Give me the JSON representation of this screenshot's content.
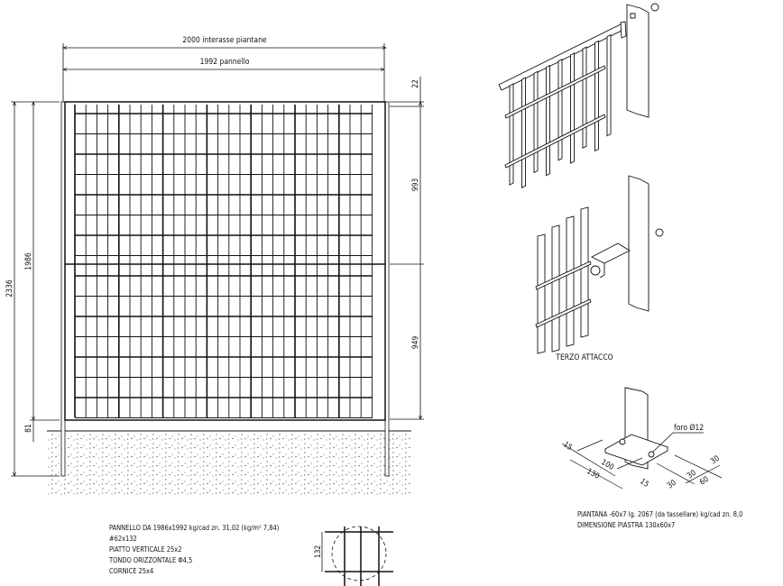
{
  "dimensions": {
    "interasse": "2000 interasse piantane",
    "pannello": "1992 pannello",
    "total_height": "2336",
    "panel_height": "1986",
    "base_gap": "81",
    "top_gap": "22",
    "upper_section": "993",
    "lower_section": "949",
    "mesh_detail": "132"
  },
  "panel_notes": [
    "PANNELLO DA 1986x1992 kg/cad zn. 31,02 (kg/m² 7,84)",
    "#62x132",
    "PIATTO VERTICALE 25x2",
    "TONDO ORIZZONTALE Φ4,5",
    "CORNICE 25x4"
  ],
  "detail_labels": {
    "terzo_attacco": "TERZO ATTACCO",
    "foro": "foro Ø12",
    "plate_dims": [
      "15",
      "100",
      "130",
      "15",
      "30",
      "30",
      "60",
      "30"
    ]
  },
  "post_notes": [
    "PIANTANA -60x7 lg. 2067 (da tassellare) kg/cad zn. 8,0",
    "DIMENSIONE PIASTRA 130x60x7"
  ]
}
